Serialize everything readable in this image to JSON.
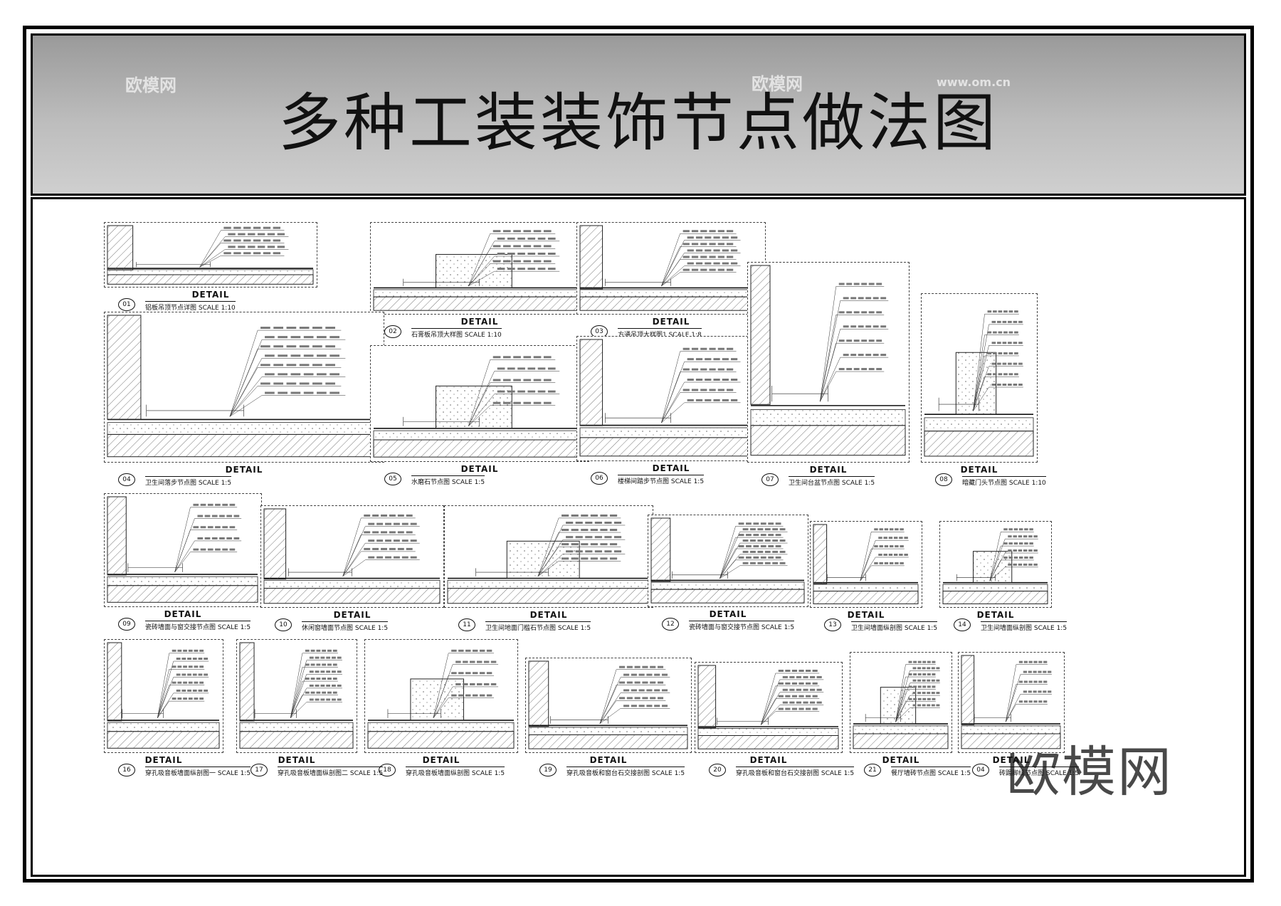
{
  "title": "多种工装装饰节点做法图",
  "watermark": "欧模网",
  "watermark_url": "www.om.cn",
  "brand_logo": "欧模网",
  "details": [
    {
      "no": "01",
      "label": "DETAIL",
      "name": "铝板吊顶节点详图  SCALE 1:10"
    },
    {
      "no": "02",
      "label": "DETAIL",
      "name": "石膏板吊顶大样图  SCALE 1:10"
    },
    {
      "no": "03",
      "label": "DETAIL",
      "name": "方通吊顶大样图1  SCALE 1:8"
    },
    {
      "no": "04",
      "label": "DETAIL",
      "name": "卫生间落步节点图  SCALE 1:5"
    },
    {
      "no": "05",
      "label": "DETAIL",
      "name": "水磨石节点图  SCALE 1:5"
    },
    {
      "no": "06",
      "label": "DETAIL",
      "name": "楼梯间踏步节点图  SCALE 1:5"
    },
    {
      "no": "07",
      "label": "DETAIL",
      "name": "卫生间台盆节点图  SCALE 1:5"
    },
    {
      "no": "08",
      "label": "DETAIL",
      "name": "暗藏门头节点图  SCALE 1:10"
    },
    {
      "no": "09",
      "label": "DETAIL",
      "name": "瓷砖墙面与窗交接节点图  SCALE 1:5"
    },
    {
      "no": "10",
      "label": "DETAIL",
      "name": "休闲窗墙面节点图  SCALE 1:5"
    },
    {
      "no": "11",
      "label": "DETAIL",
      "name": "卫生间地面门槛石节点图  SCALE 1:5"
    },
    {
      "no": "12",
      "label": "DETAIL",
      "name": "瓷砖墙面与窗交接节点图  SCALE 1:5"
    },
    {
      "no": "13",
      "label": "DETAIL",
      "name": "卫生间墙面纵剖图  SCALE 1:5"
    },
    {
      "no": "14",
      "label": "DETAIL",
      "name": "卫生间墙面纵剖图  SCALE 1:5"
    },
    {
      "no": "16",
      "label": "DETAIL",
      "name": "穿孔吸音板墙面纵剖图一  SCALE 1:5"
    },
    {
      "no": "17",
      "label": "DETAIL",
      "name": "穿孔吸音板墙面纵剖图二  SCALE 1:5"
    },
    {
      "no": "18",
      "label": "DETAIL",
      "name": "穿孔吸音板墙面纵剖图  SCALE 1:5"
    },
    {
      "no": "19",
      "label": "DETAIL",
      "name": "穿孔吸音板和窗台石交接剖图  SCALE 1:5"
    },
    {
      "no": "20",
      "label": "DETAIL",
      "name": "穿孔吸音板和窗台石交接剖图  SCALE 1:5"
    },
    {
      "no": "21",
      "label": "DETAIL",
      "name": "餐厅墙砖节点图  SCALE 1:5"
    },
    {
      "no": "04",
      "label": "DETAIL",
      "name": "砖踢脚线节点图  SCALE 1:5"
    }
  ]
}
